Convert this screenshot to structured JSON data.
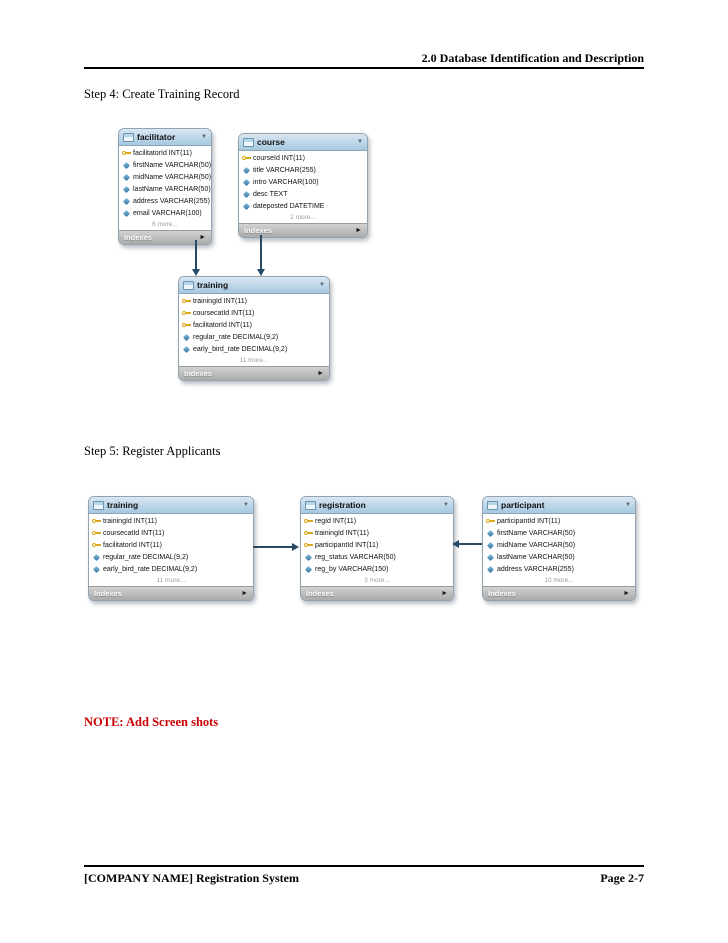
{
  "header": {
    "title": "2.0 Database Identification and Description"
  },
  "note": "NOTE: Add Screen shots",
  "footer": {
    "left": "[COMPANY NAME] Registration System",
    "right": "Page 2-7"
  },
  "colors": {
    "table_header_blue": "#a6c8e0",
    "indexes_bar_gray": "#aaaaaa",
    "note_red": "#cc0000",
    "arrow_navy": "#254a66",
    "key_icon_yellow": "#d9a816",
    "column_icon_blue": "#2e6f9e"
  },
  "icons": {
    "collapse_arrow": "▼",
    "expand_arrow": "►"
  },
  "sections": {
    "step4": {
      "heading": "Step 4: Create Training Record",
      "tables": [
        {
          "name": "facilitator",
          "columns": [
            {
              "key": true,
              "text": "facilitatorId INT(11)"
            },
            {
              "key": false,
              "text": "firstName VARCHAR(50)"
            },
            {
              "key": false,
              "text": "midName VARCHAR(50)"
            },
            {
              "key": false,
              "text": "lastName VARCHAR(50)"
            },
            {
              "key": false,
              "text": "address VARCHAR(255)"
            },
            {
              "key": false,
              "text": "email VARCHAR(100)"
            }
          ],
          "more": "6 more...",
          "indexes_label": "Indexes"
        },
        {
          "name": "course",
          "columns": [
            {
              "key": true,
              "text": "courseId INT(11)"
            },
            {
              "key": false,
              "text": "title VARCHAR(255)"
            },
            {
              "key": false,
              "text": "intro VARCHAR(100)"
            },
            {
              "key": false,
              "text": "desc TEXT"
            },
            {
              "key": false,
              "text": "dateposted DATETIME"
            }
          ],
          "more": "2 more...",
          "indexes_label": "Indexes"
        },
        {
          "name": "training",
          "columns": [
            {
              "key": true,
              "text": "trainingId INT(11)"
            },
            {
              "key": true,
              "text": "coursecatId INT(11)"
            },
            {
              "key": true,
              "text": "facilitatorId INT(11)"
            },
            {
              "key": false,
              "text": "regular_rate DECIMAL(9,2)"
            },
            {
              "key": false,
              "text": "early_bird_rate DECIMAL(9,2)"
            }
          ],
          "more": "11 more...",
          "indexes_label": "Indexes"
        }
      ]
    },
    "step5": {
      "heading": "Step 5: Register Applicants",
      "tables": [
        {
          "name": "training",
          "columns": [
            {
              "key": true,
              "text": "trainingId INT(11)"
            },
            {
              "key": true,
              "text": "coursecatId INT(11)"
            },
            {
              "key": true,
              "text": "facilitatorId INT(11)"
            },
            {
              "key": false,
              "text": "regular_rate DECIMAL(9,2)"
            },
            {
              "key": false,
              "text": "early_bird_rate DECIMAL(9,2)"
            }
          ],
          "more": "11 more...",
          "indexes_label": "Indexes"
        },
        {
          "name": "registration",
          "columns": [
            {
              "key": true,
              "text": "regId INT(11)"
            },
            {
              "key": true,
              "text": "trainingId INT(11)"
            },
            {
              "key": true,
              "text": "participantId INT(11)"
            },
            {
              "key": false,
              "text": "reg_status VARCHAR(50)"
            },
            {
              "key": false,
              "text": "reg_by VARCHAR(150)"
            }
          ],
          "more": "3 more...",
          "indexes_label": "Indexes"
        },
        {
          "name": "participant",
          "columns": [
            {
              "key": true,
              "text": "participantId INT(11)"
            },
            {
              "key": false,
              "text": "firstName VARCHAR(50)"
            },
            {
              "key": false,
              "text": "midName VARCHAR(50)"
            },
            {
              "key": false,
              "text": "lastName VARCHAR(50)"
            },
            {
              "key": false,
              "text": "address VARCHAR(255)"
            }
          ],
          "more": "10 more...",
          "indexes_label": "Indexes"
        }
      ]
    }
  }
}
